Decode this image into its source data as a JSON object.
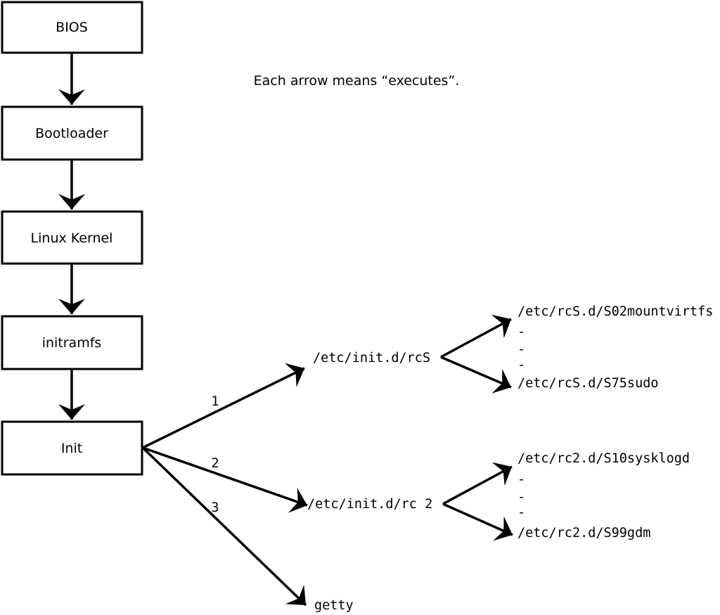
{
  "legend": {
    "text": "Each arrow means “executes”."
  },
  "chain": [
    {
      "label": "BIOS"
    },
    {
      "label": "Bootloader"
    },
    {
      "label": "Linux Kernel"
    },
    {
      "label": "initramfs"
    },
    {
      "label": "Init"
    }
  ],
  "init_arrows": [
    {
      "label": "1",
      "target": "/etc/init.d/rcS"
    },
    {
      "label": "2",
      "target": "/etc/init.d/rc 2"
    },
    {
      "label": "3",
      "target": "getty"
    }
  ],
  "fans": [
    {
      "parent": "/etc/init.d/rcS",
      "items": [
        "/etc/rcS.d/S02mountvirtfs",
        "-",
        "-",
        "-",
        "/etc/rcS.d/S75sudo"
      ]
    },
    {
      "parent": "/etc/init.d/rc 2",
      "items": [
        "/etc/rc2.d/S10sysklogd",
        "-",
        "-",
        "-",
        "/etc/rc2.d/S99gdm"
      ]
    }
  ],
  "colors": {
    "ink": "#000000",
    "background": "#ffffff",
    "box_fill": "#ffffff"
  }
}
